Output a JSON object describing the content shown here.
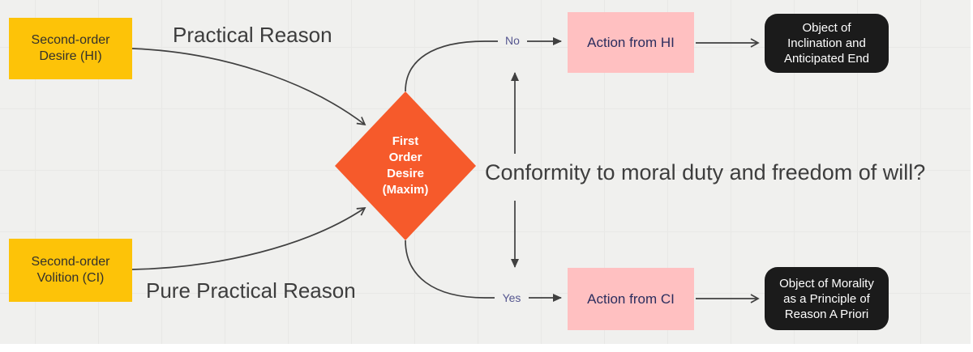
{
  "diagram": {
    "background_color": "#f0f0ee",
    "grid_color": "#e8e8e6",
    "arrow_color": "#404040",
    "nodes": {
      "second_order_desire": {
        "label": "Second-order\nDesire (HI)",
        "fill": "#fdc308",
        "text_color": "#33312c"
      },
      "second_order_volition": {
        "label": "Second-order\nVolition (CI)",
        "fill": "#fdc308",
        "text_color": "#33312c"
      },
      "first_order_desire": {
        "label": "First\nOrder\nDesire\n(Maxim)",
        "fill": "#f65a2b",
        "text_color": "#ffffff"
      },
      "action_from_hi": {
        "label": "Action from HI",
        "fill": "#ffc0c1",
        "text_color": "#2b2d5e"
      },
      "action_from_ci": {
        "label": "Action from CI",
        "fill": "#ffc0c1",
        "text_color": "#2b2d5e"
      },
      "object_of_inclination": {
        "label": "Object of\nInclination and\nAnticipated End",
        "fill": "#1b1b1b",
        "text_color": "#ffffff"
      },
      "object_of_morality": {
        "label": "Object of Morality\nas a Principle of\nReason A Priori",
        "fill": "#1b1b1b",
        "text_color": "#ffffff"
      }
    },
    "edge_labels": {
      "practical_reason": "Practical Reason",
      "pure_practical_reason": "Pure Practical Reason",
      "no": "No",
      "yes": "Yes",
      "decision_label_color": "#55568f"
    },
    "annotations": {
      "question": "Conformity to moral duty and freedom of will?"
    }
  }
}
